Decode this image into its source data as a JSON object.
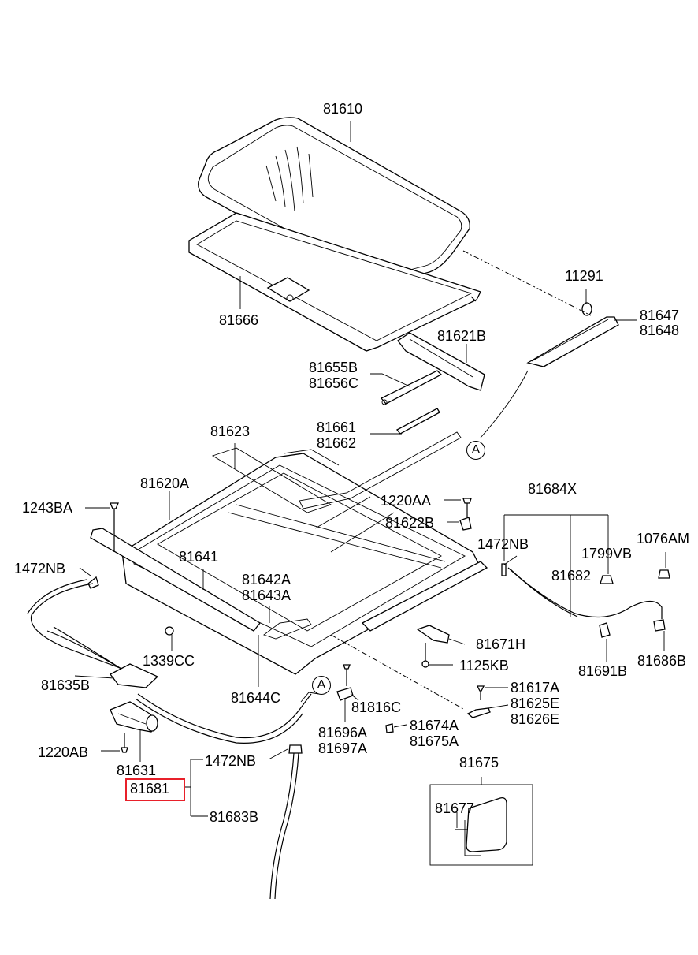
{
  "diagram": {
    "callouts": {
      "p81610": "81610",
      "p81666": "81666",
      "p11291": "11291",
      "p81647": "81647",
      "p81648": "81648",
      "p81621B": "81621B",
      "p81655B": "81655B",
      "p81656C": "81656C",
      "p81661": "81661",
      "p81662": "81662",
      "p81623": "81623",
      "p81620A": "81620A",
      "p1243BA": "1243BA",
      "p1220AA": "1220AA",
      "p81622B": "81622B",
      "p81684X": "81684X",
      "p1472NB_right": "1472NB",
      "p1076AM": "1076AM",
      "p1472NB_left": "1472NB",
      "p81641": "81641",
      "p81642A": "81642A",
      "p81643A": "81643A",
      "p1799VB": "1799VB",
      "p81682": "81682",
      "p1339CC": "1339CC",
      "p81671H": "81671H",
      "p1125KB": "1125KB",
      "p81691B": "81691B",
      "p81686B": "81686B",
      "p81635B": "81635B",
      "p81644C": "81644C",
      "p81617A": "81617A",
      "p81625E": "81625E",
      "p81626E": "81626E",
      "p81816C": "81816C",
      "p81674A": "81674A",
      "p81675A": "81675A",
      "p81696A": "81696A",
      "p81697A": "81697A",
      "p1220AB": "1220AB",
      "p81631": "81631",
      "p1472NB_bottom": "1472NB",
      "p81675": "81675",
      "p81681": "81681",
      "p81677": "81677",
      "p81683B": "81683B"
    },
    "reference_markers": {
      "ref_a_upper": "A",
      "ref_a_lower": "A"
    },
    "highlight": {
      "part_number": "81681",
      "color": "#e8202a"
    }
  }
}
